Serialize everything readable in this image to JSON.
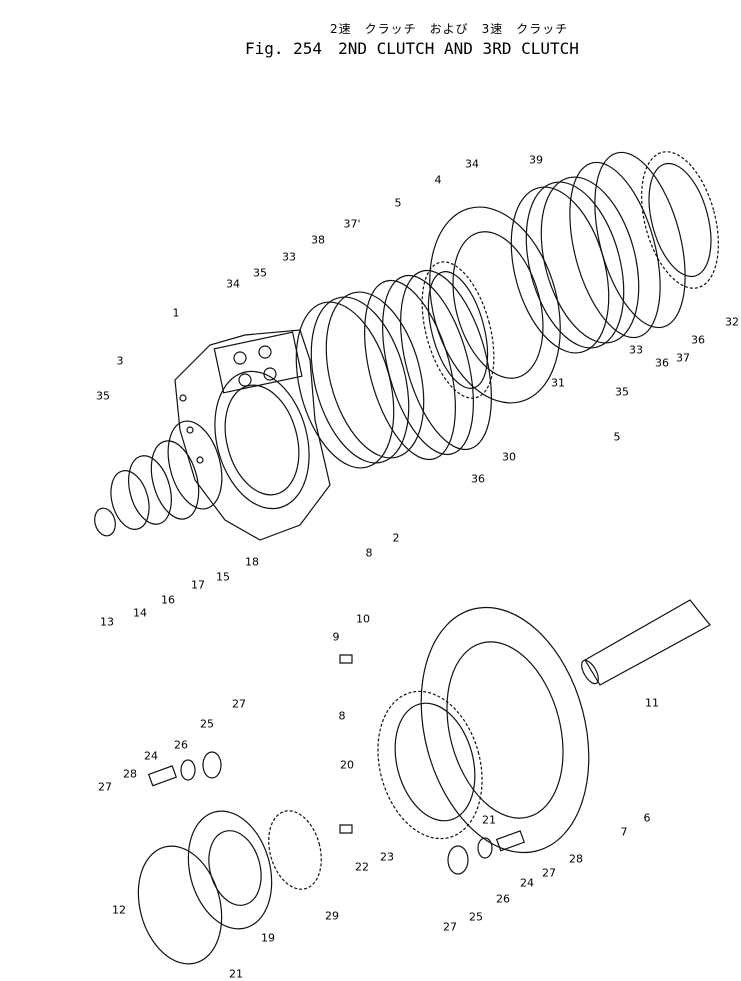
{
  "figure": {
    "subtitle_jp": "2速　クラッチ　および　3速　クラッチ",
    "title": "Fig. 254　2ND CLUTCH AND 3RD CLUTCH"
  },
  "callouts": [
    "1",
    "2",
    "3",
    "4",
    "5",
    "5",
    "6",
    "7",
    "8",
    "8",
    "9",
    "10",
    "11",
    "12",
    "13",
    "14",
    "15",
    "16",
    "17",
    "18",
    "19",
    "20",
    "21",
    "21",
    "22",
    "23",
    "24",
    "24",
    "25",
    "25",
    "26",
    "26",
    "27",
    "27",
    "27",
    "27",
    "28",
    "28",
    "29",
    "30",
    "31",
    "32",
    "33",
    "33",
    "34",
    "34",
    "35",
    "35",
    "35",
    "36",
    "36",
    "36",
    "37",
    "37'",
    "38",
    "39"
  ]
}
